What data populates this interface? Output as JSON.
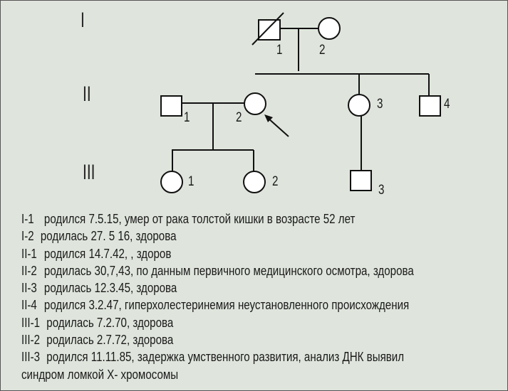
{
  "generations": [
    "I",
    "II",
    "III"
  ],
  "individual_labels": {
    "I_1": "1",
    "I_2": "2",
    "II_1": "1",
    "II_2": "2",
    "II_3": "3",
    "II_4": "4",
    "III_1": "1",
    "III_2": "2",
    "III_3": "3"
  },
  "notes": [
    {
      "id": "I-1",
      "text": "родился 7.5.15, умер от рака толстой кишки в возрасте 52 лет"
    },
    {
      "id": "I-2",
      "text": "родилась 27. 5 16, здорова"
    },
    {
      "id": "II-1",
      "text": "родился 14.7.42, , здоров"
    },
    {
      "id": "II-2",
      "text": "родилась 30,7,43, по данным первичного медицинского осмотра, здорова"
    },
    {
      "id": "II-3",
      "text": "родилась 12.3.45, здорова"
    },
    {
      "id": "II-4",
      "text": "родился 3.2.47, гиперхолестеринемия неустановленного происхождения"
    },
    {
      "id": "III-1",
      "text": "родилась 7.2.70, здорова"
    },
    {
      "id": "III-2",
      "text": "родилась 2.7.72, здорова"
    },
    {
      "id": "III-3",
      "text": "родился 11.11.85, задержка умственного развития, анализ ДНК выявил"
    },
    {
      "id": "",
      "text": "синдром ломкой Х- хромосомы"
    }
  ]
}
